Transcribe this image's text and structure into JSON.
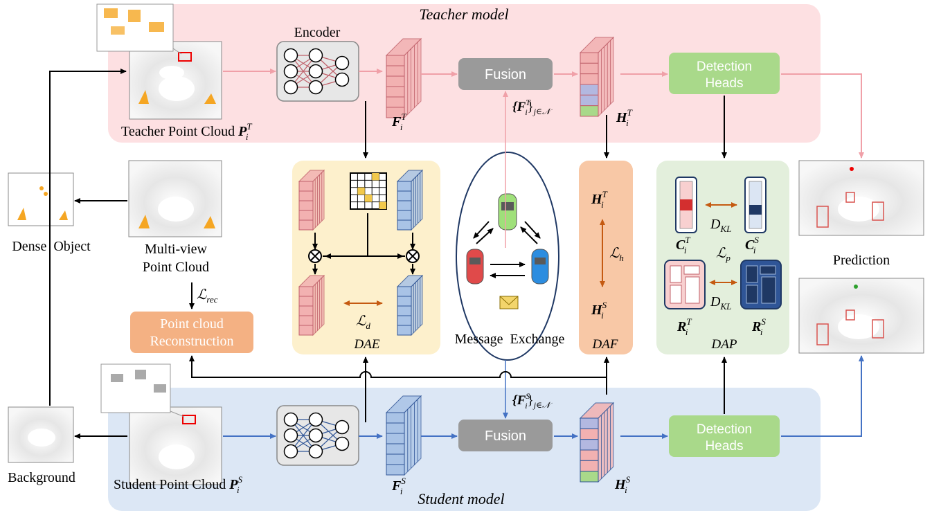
{
  "teacher": {
    "title": "Teacher model",
    "encoder_label": "Encoder",
    "fusion_label": "Fusion",
    "heads_line1": "Detection",
    "heads_line2": "Heads",
    "cloud_label": "Teacher Point Cloud",
    "cloud_sym": "P",
    "cloud_sup": "T",
    "feat_sym": "F",
    "feat_sup": "T",
    "h_sym": "H",
    "h_sup": "T"
  },
  "student": {
    "title": "Student model",
    "fusion_label": "Fusion",
    "heads_line1": "Detection",
    "heads_line2": "Heads",
    "cloud_label": "Student Point Cloud",
    "cloud_sym": "P",
    "cloud_sup": "S",
    "feat_sym": "F",
    "feat_sup": "S",
    "h_sym": "H",
    "h_sup": "S"
  },
  "message": {
    "label": "Message  Exchange",
    "teacher_set": "{F",
    "teacher_set_sup": "T",
    "student_set_sup": "S",
    "set_sub": "j∈𝒩",
    "set_sub_i": "i"
  },
  "left": {
    "dense_label": "Dense  Object",
    "multiview_line1": "Multi-view",
    "multiview_line2": "Point Cloud",
    "loss_rec": "rec",
    "recon_line1": "Point cloud",
    "recon_line2": "Reconstruction",
    "background_label": "Background"
  },
  "dae": {
    "title": "DAE",
    "loss_sub": "d"
  },
  "daf": {
    "title": "DAF",
    "loss_sub": "h",
    "h_sym": "H",
    "t_sup": "T",
    "s_sup": "S"
  },
  "dap": {
    "title": "DAP",
    "dkl": "D",
    "dkl_sub": "KL",
    "loss_sub": "p",
    "c_sym": "C",
    "r_sym": "R",
    "t_sup": "T",
    "s_sup": "S"
  },
  "prediction_label": "Prediction",
  "common": {
    "sub_i": "i",
    "calL": "ℒ"
  },
  "colors": {
    "teacher_bg": "#fde0e2",
    "student_bg": "#dce7f5",
    "dae_bg": "#fdf0cc",
    "daf_bg": "#f8c8a6",
    "dap_bg": "#e3efdc",
    "fusion": "#9a9a9a",
    "heads": "#a9d98a",
    "recon": "#f4b183",
    "red_cube": "#f2b1b1",
    "red_edge": "#c0606a",
    "blue_cube": "#a9c3e6",
    "blue_edge": "#2f5597",
    "teacher_arrow": "#f0a0a8",
    "student_arrow": "#4472c4",
    "loss_arrow": "#c55a11"
  }
}
